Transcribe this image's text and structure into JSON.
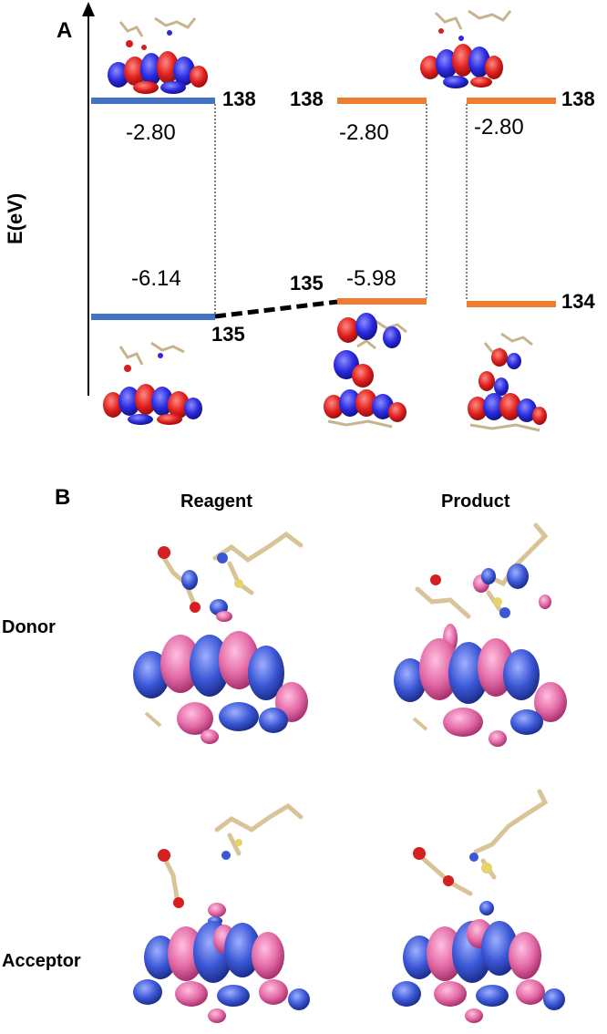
{
  "panel_a": {
    "label": "A",
    "axis_title": "E(eV)",
    "levels": {
      "col1_top": {
        "orbital": "138",
        "energy": "-2.80"
      },
      "col1_bottom": {
        "orbital": "135",
        "energy": "-6.14"
      },
      "col2_top": {
        "orbital": "138",
        "energy": "-2.80"
      },
      "col2_bottom": {
        "orbital": "135",
        "energy": "-5.98"
      },
      "col3_top": {
        "orbital": "138",
        "energy": "-2.80"
      },
      "col3_bottom": {
        "orbital": "134"
      }
    },
    "colors": {
      "blue_level": "#4472c4",
      "orange_level": "#ed7d31",
      "lobe_red": "#e0201e",
      "lobe_blue": "#2a2ae0"
    }
  },
  "panel_b": {
    "label": "B",
    "columns": [
      "Reagent",
      "Product"
    ],
    "rows": [
      "Donor",
      "Acceptor"
    ],
    "colors": {
      "lobe_pink": "#e36aa6",
      "lobe_blue": "#3b57d6",
      "carbon": "#d9c49a",
      "oxygen": "#d42020"
    }
  }
}
